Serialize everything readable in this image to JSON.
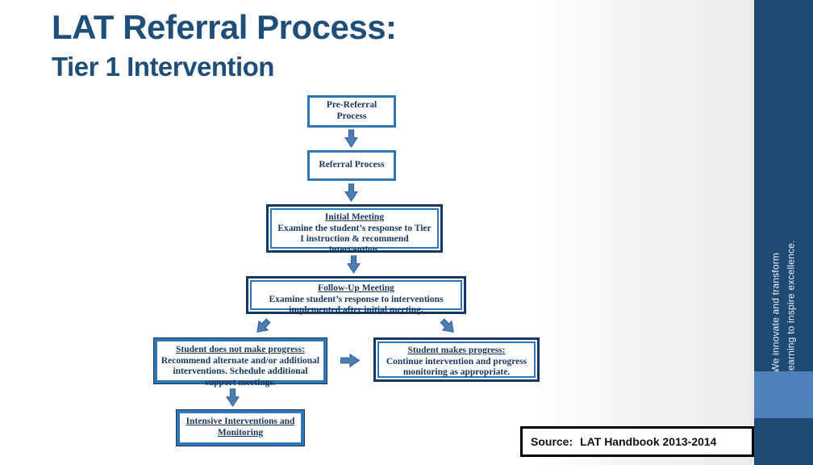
{
  "slide": {
    "title": "LAT Referral Process:",
    "subtitle": "Tier 1 Intervention"
  },
  "flowchart": {
    "boxes": [
      {
        "title": "Pre-Referral Process",
        "body": ""
      },
      {
        "title": "Referral Process",
        "body": ""
      },
      {
        "title": "Initial Meeting",
        "body": "Examine the student’s response to Tier I instruction & recommend intervention."
      },
      {
        "title": "Follow-Up Meeting",
        "body": "Examine student’s response to interventions implemented after initial meeting."
      },
      {
        "title": "Student does not make progress:",
        "body": "Recommend alternate and/or additional interventions.  Schedule additional support meetings."
      },
      {
        "title": "Student makes progress:",
        "body": "Continue intervention and progress monitoring as appropriate."
      },
      {
        "title": "Intensive Interventions and Monitoring",
        "body": ""
      }
    ],
    "arrows": [
      "down",
      "down",
      "down",
      "down-left",
      "down-right",
      "right",
      "down"
    ]
  },
  "sidebar": {
    "motto_line1": "We innovate and transform",
    "motto_line2": "learning to inspire excellence."
  },
  "footer": {
    "source_label": "Source:",
    "source_text": "LAT Handbook 2013-2014"
  },
  "colors": {
    "sidebar_navy": "#1F4A73",
    "sidebar_light_blue": "#4E81B9",
    "title_text": "#1F4E79",
    "box_border_blue": "#2E75B6",
    "box_border_navy": "#17375E",
    "box_text": "#17375E",
    "arrow_fill": "#4C7DB3",
    "arrow_stroke": "#35619B"
  }
}
